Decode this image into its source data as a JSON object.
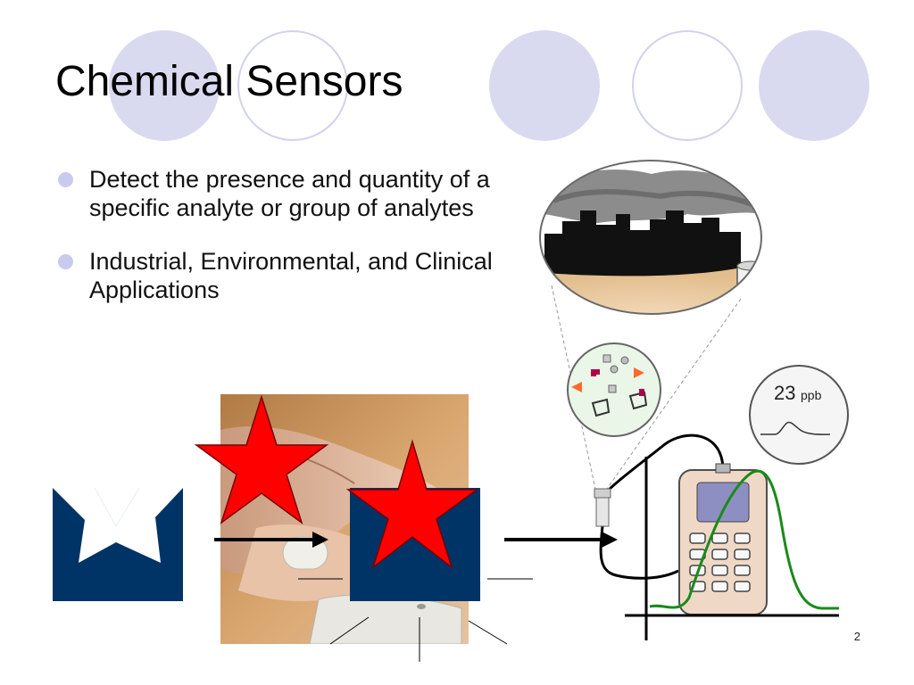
{
  "slide": {
    "title": "Chemical Sensors",
    "bullets": [
      "Detect the presence and quantity of a specific analyte or group of analytes",
      "Industrial, Environmental, and Clinical Applications"
    ],
    "page_number": "2"
  },
  "illustration": {
    "meter_reading_value": "23",
    "meter_reading_unit": "ppb"
  },
  "colors": {
    "accent_circle": "#d9d9ef",
    "navy": "#003366",
    "star_red": "#ff0000",
    "curve_green": "#1a8a1a"
  }
}
